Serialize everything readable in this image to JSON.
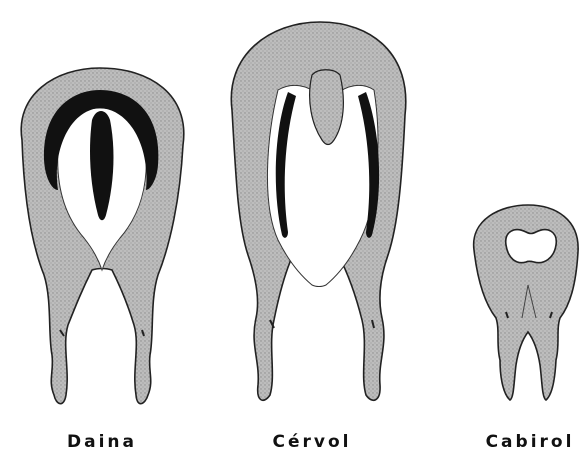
{
  "labels": {
    "daina": "Daina",
    "cervol": "Cérvol",
    "cabirol": "Cabirol"
  },
  "colors": {
    "fur": "#b9b9b9",
    "patch": "#ffffff",
    "dark": "#111111",
    "outline": "#222222"
  }
}
